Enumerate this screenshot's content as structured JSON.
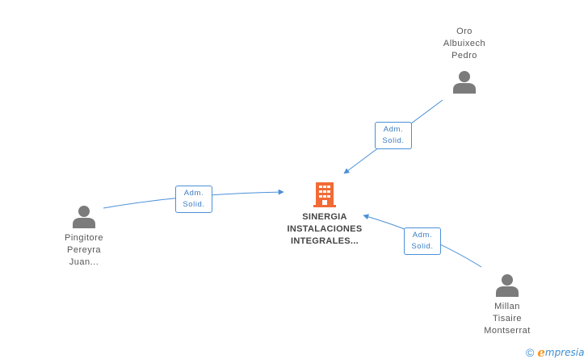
{
  "colors": {
    "edge": "#4a90d9",
    "person_icon": "#7b7b7b",
    "company_icon": "#f26a36",
    "brand_e": "#f7941d",
    "brand_text": "#3d8fd1"
  },
  "company": {
    "name_lines": [
      "SINERGIA",
      "INSTALACIONES",
      "INTEGRALES..."
    ],
    "icon": "building-icon"
  },
  "persons": [
    {
      "id": "oro",
      "name_lines": [
        "Oro",
        "Albuixech",
        "Pedro"
      ],
      "icon": "person-icon"
    },
    {
      "id": "pingitore",
      "name_lines": [
        "Pingitore",
        "Pereyra",
        "Juan..."
      ],
      "icon": "person-icon"
    },
    {
      "id": "millan",
      "name_lines": [
        "Millan",
        "Tisaire",
        "Montserrat"
      ],
      "icon": "person-icon"
    }
  ],
  "edges": [
    {
      "from": "oro",
      "to": "company",
      "role_lines": [
        "Adm.",
        "Solid."
      ]
    },
    {
      "from": "pingitore",
      "to": "company",
      "role_lines": [
        "Adm.",
        "Solid."
      ]
    },
    {
      "from": "millan",
      "to": "company",
      "role_lines": [
        "Adm.",
        "Solid."
      ]
    }
  ],
  "footer": {
    "copyright_symbol": "©",
    "brand_first": "e",
    "brand_rest": "mpresia"
  }
}
